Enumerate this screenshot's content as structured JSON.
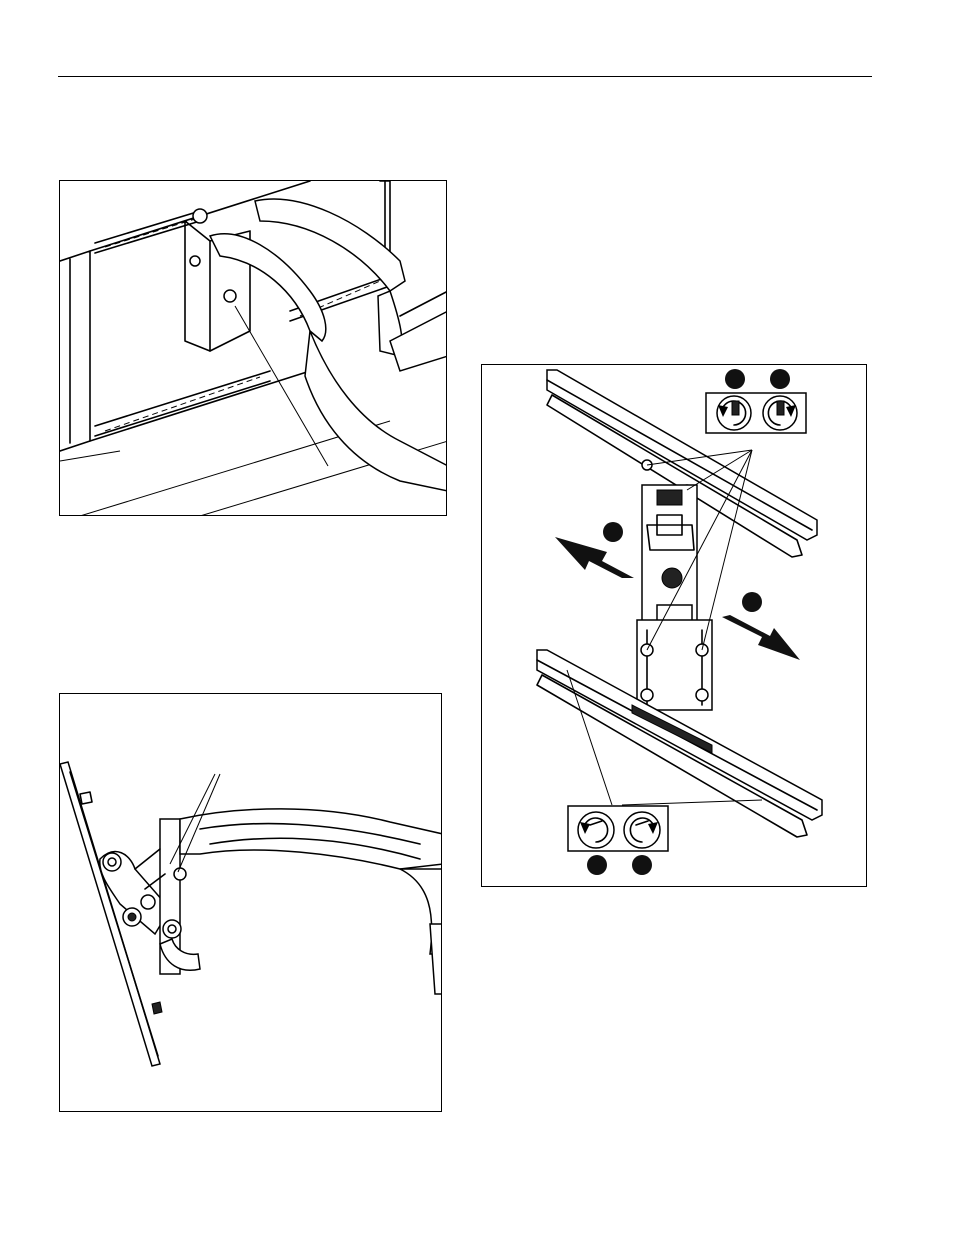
{
  "page": {
    "figures": [
      {
        "name": "figure-top-left"
      },
      {
        "name": "figure-bottom-left"
      },
      {
        "name": "figure-right"
      }
    ]
  },
  "icons": {
    "rotate_ccw": "counterclockwise-rotate-icon",
    "rotate_cw": "clockwise-rotate-icon",
    "arrow": "direction-arrow-icon",
    "step_marker": "step-marker-icon"
  }
}
